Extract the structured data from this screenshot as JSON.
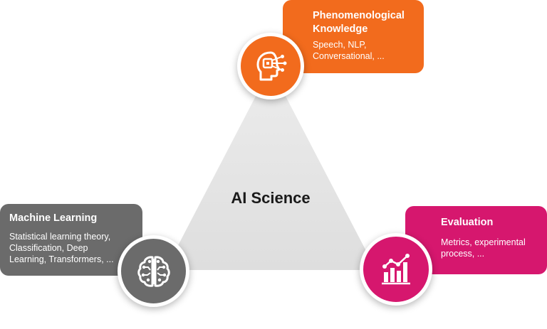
{
  "diagram": {
    "center_label": "AI Science",
    "nodes": [
      {
        "id": "phenomenological-knowledge",
        "title_lines": [
          "Phenomenological",
          "Knowledge"
        ],
        "desc_lines": [
          "Speech, NLP,",
          "Conversational, ..."
        ],
        "color": "#f26b1d",
        "icon": "head-circuit-icon"
      },
      {
        "id": "machine-learning",
        "title_lines": [
          "Machine Learning"
        ],
        "desc_lines": [
          "Statistical learning theory,",
          "Classification, Deep",
          "Learning, Transformers, ..."
        ],
        "color": "#6b6b6b",
        "icon": "brain-circuit-icon"
      },
      {
        "id": "evaluation",
        "title_lines": [
          "Evaluation"
        ],
        "desc_lines": [
          "Metrics, experimental",
          "process, ..."
        ],
        "color": "#d6176e",
        "icon": "bar-chart-trend-icon"
      }
    ],
    "triangle_color": "#e3e3e3"
  }
}
